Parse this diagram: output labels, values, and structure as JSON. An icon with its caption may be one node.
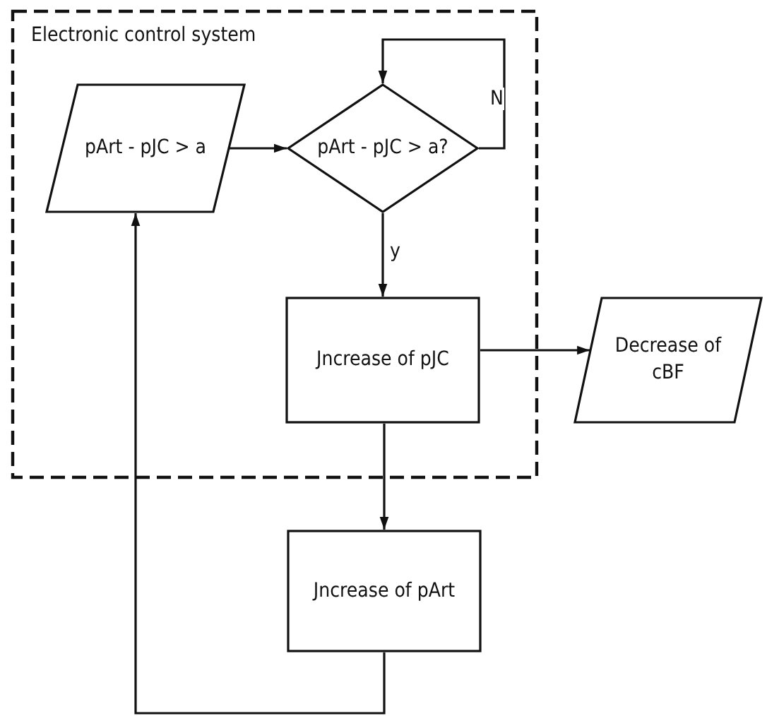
{
  "diagram": {
    "nodes": [
      {
        "text": [
          "Electronic control system"
        ]
      },
      {
        "text": [
          "pArt - pJC > a"
        ],
        "in": 0
      },
      {
        "text": [
          "pArt - pJC > a?"
        ],
        "in": 0
      },
      {
        "text": [
          "Jncrease of pJC"
        ],
        "in": 0
      },
      {
        "text": [
          "Decrease of cBF"
        ]
      },
      {
        "text": [
          "Jncrease of pArt"
        ]
      }
    ],
    "edges": [
      {
        "from": 1,
        "to": 2,
        "arrow": "to"
      },
      {
        "from": 2,
        "to": 2,
        "label": "N",
        "arrow": "to"
      },
      {
        "from": 2,
        "to": 3,
        "label": "y",
        "arrow": "to"
      },
      {
        "from": 3,
        "to": 4,
        "arrow": "to"
      },
      {
        "from": 3,
        "to": 5,
        "arrow": "to"
      },
      {
        "from": 5,
        "to": 1,
        "arrow": "to"
      }
    ]
  }
}
